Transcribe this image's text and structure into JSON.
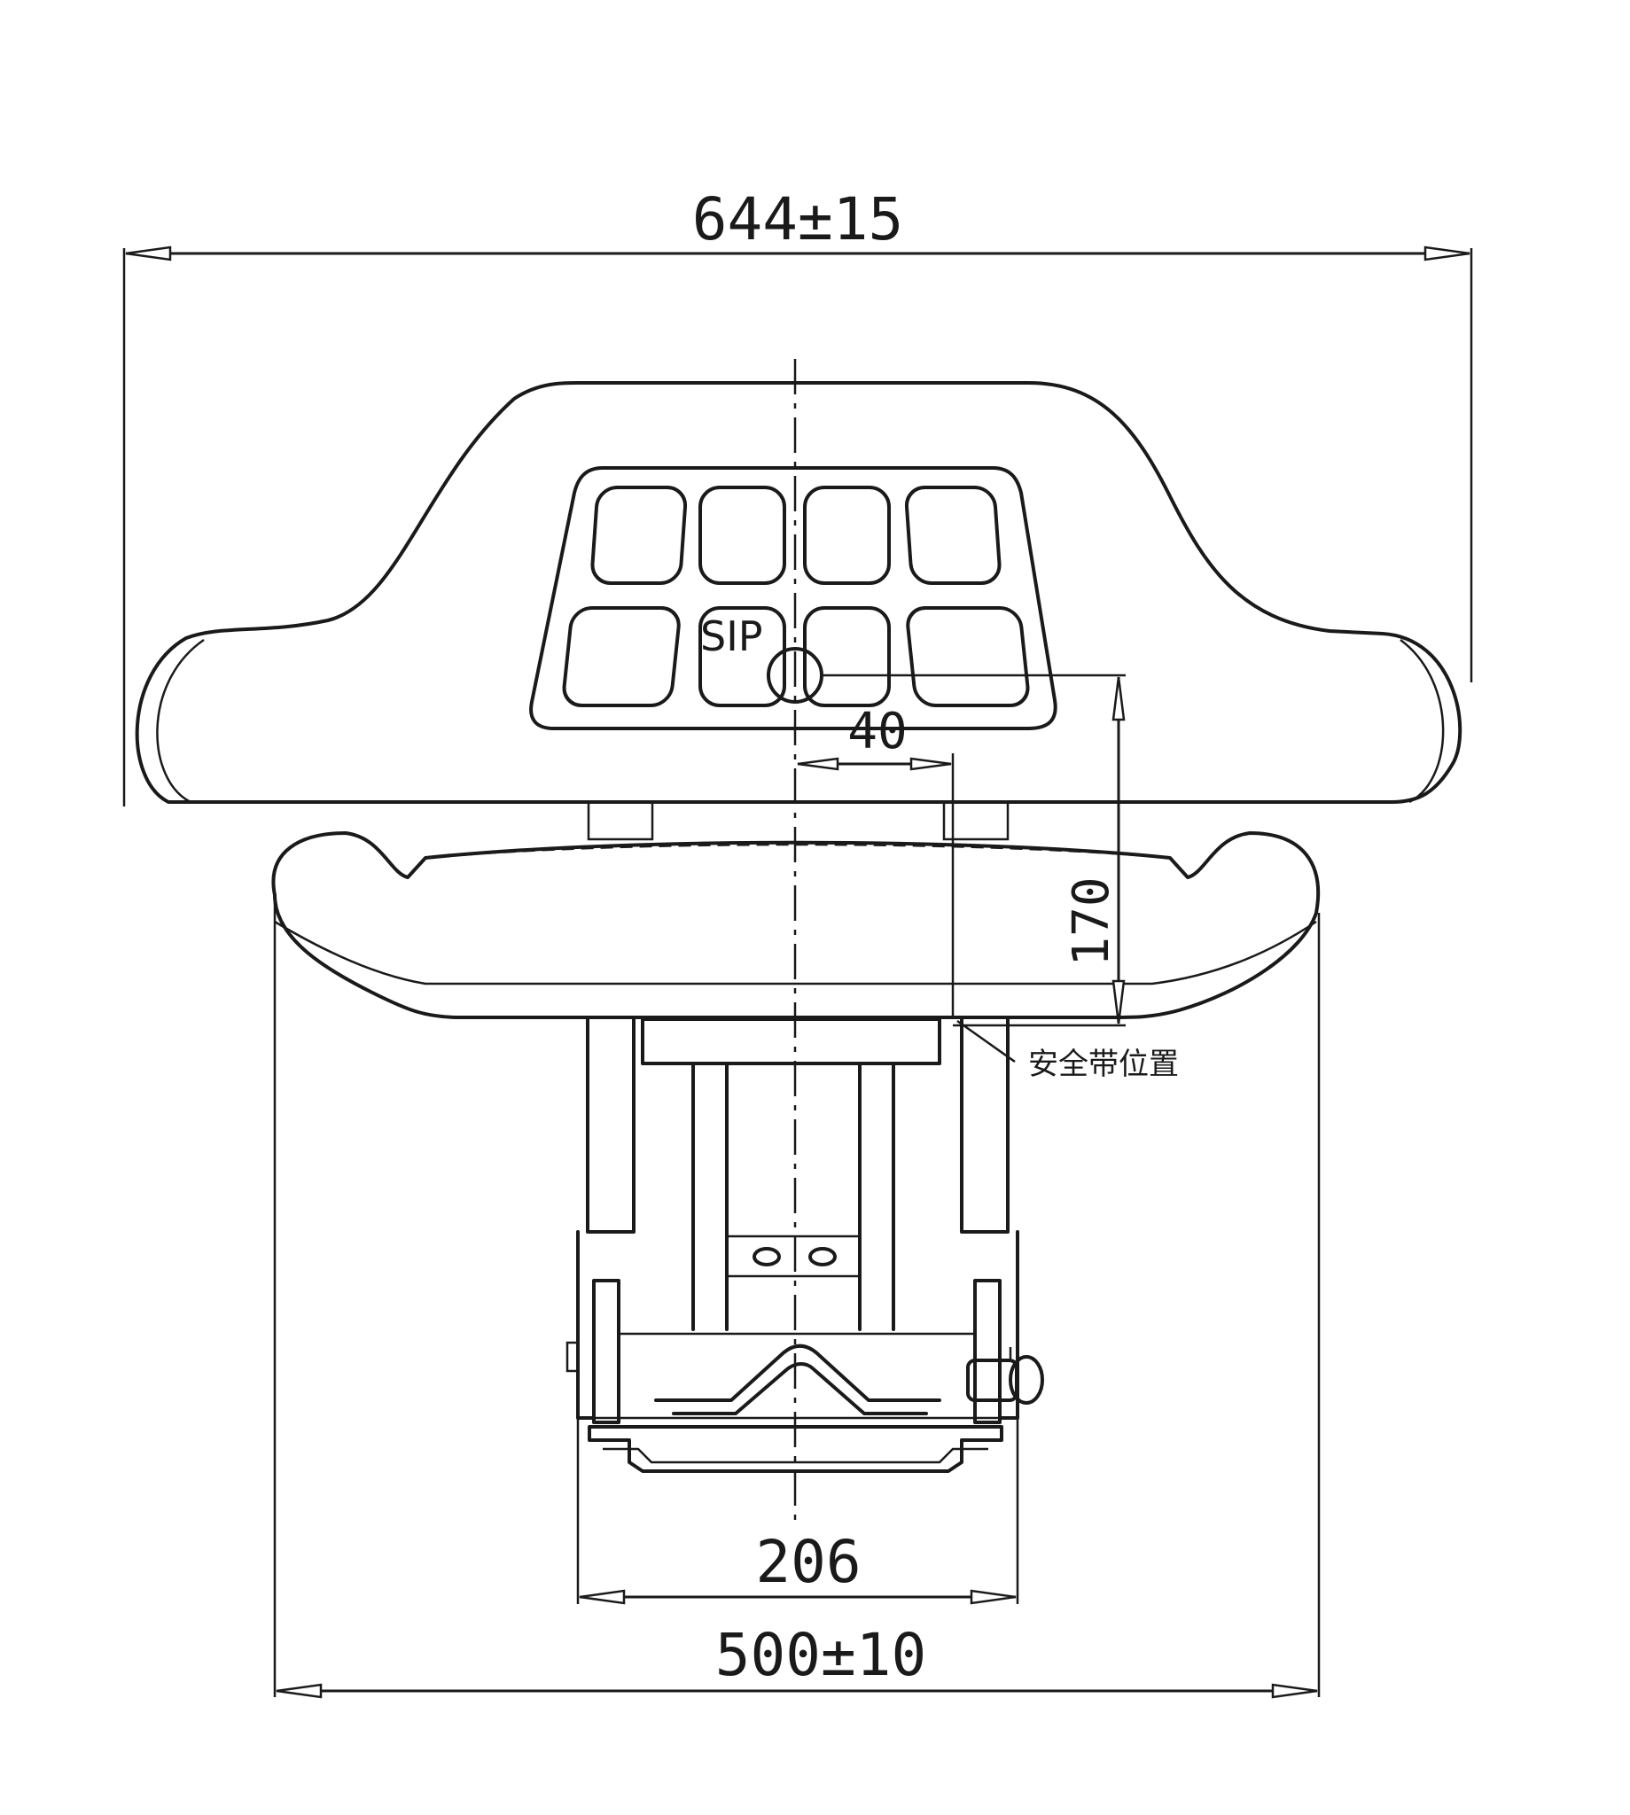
{
  "dimensions": {
    "overall_width": "644±15",
    "seat_width": "500±10",
    "base_width": "206",
    "sip_offset_horizontal": "40",
    "sip_height": "170"
  },
  "labels": {
    "sip": "SIP",
    "seatbelt_position": "安全带位置"
  },
  "colors": {
    "line": "#1a1a1a",
    "background": "#ffffff"
  }
}
